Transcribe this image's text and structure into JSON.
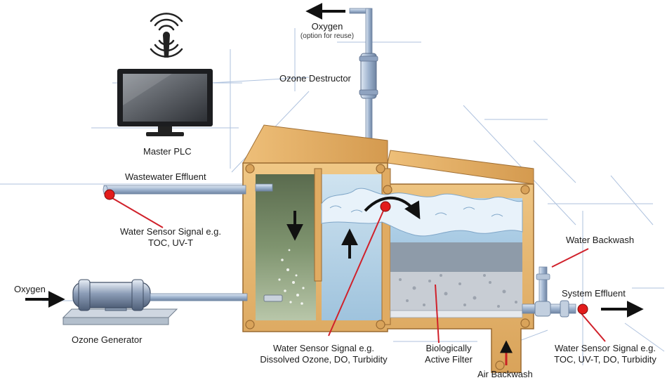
{
  "colors": {
    "tank_wood": "#e7b872",
    "tank_wood_dark": "#b9823f",
    "water_light": "#b8d8ee",
    "water_dark": "#6f8f76",
    "pipe": "#9fb4cf",
    "sensor": "#e21c1c",
    "leader": "#d0202a",
    "guide": "#9bb3d6",
    "arrow": "#111111"
  },
  "icons": {
    "master_plc": "monitor-icon",
    "antenna": "wifi-signal-icon",
    "ozone_generator": "generator-icon",
    "ozone_destructor": "cylinder-icon",
    "sensors": "sensor-dot-icon",
    "flow": "arrow-icon"
  },
  "labels": {
    "oxygen_top": "Oxygen",
    "oxygen_top_note": "(option for reuse)",
    "ozone_destructor": "Ozone Destructor",
    "master_plc": "Master PLC",
    "wastewater_effluent": "Wastewater Effluent",
    "sensor_left_line1": "Water Sensor Signal e.g.",
    "sensor_left_line2": "TOC, UV-T",
    "oxygen_left": "Oxygen",
    "ozone_generator": "Ozone Generator",
    "sensor_center_line1": "Water Sensor Signal e.g.",
    "sensor_center_line2": "Dissolved Ozone, DO, Turbidity",
    "baf_line1": "Biologically",
    "baf_line2": "Active Filter",
    "air_backwash": "Air Backwash",
    "water_backwash": "Water Backwash",
    "system_effluent": "System Effluent",
    "sensor_right_line1": "Water Sensor Signal e.g.",
    "sensor_right_line2": "TOC, UV-T, DO, Turbidity"
  }
}
